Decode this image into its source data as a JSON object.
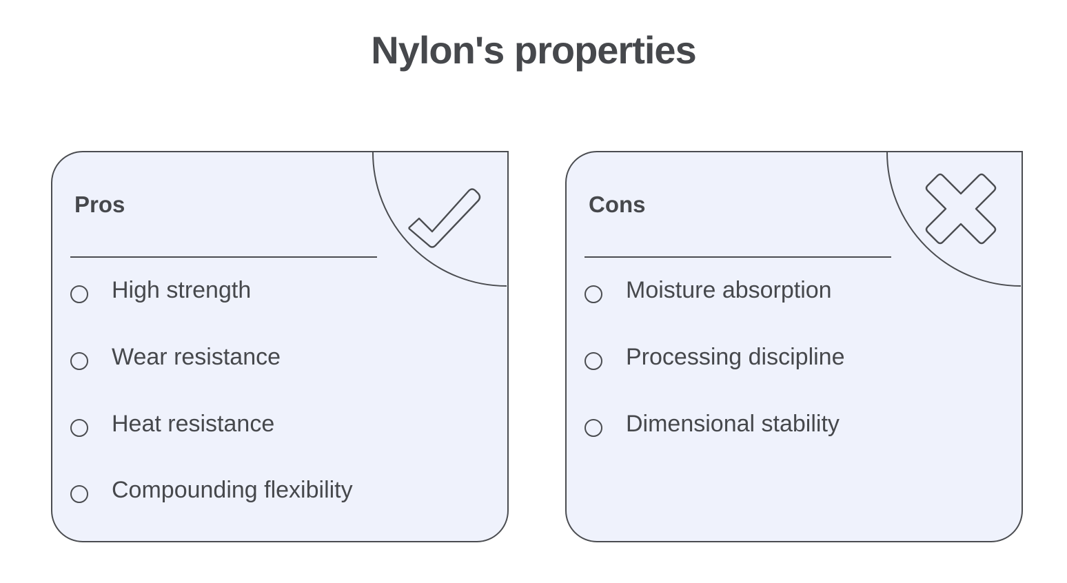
{
  "title": "Nylon's properties",
  "pros": {
    "heading": "Pros",
    "icon": "check-icon",
    "items": [
      "High strength",
      "Wear resistance",
      "Heat resistance",
      "Compounding flexibility"
    ]
  },
  "cons": {
    "heading": "Cons",
    "icon": "x-icon",
    "items": [
      "Moisture absorption",
      "Processing discipline",
      "Dimensional stability"
    ]
  },
  "colors": {
    "card_bg": "#eff2fc",
    "stroke": "#4a4c50",
    "text": "#46484c"
  }
}
